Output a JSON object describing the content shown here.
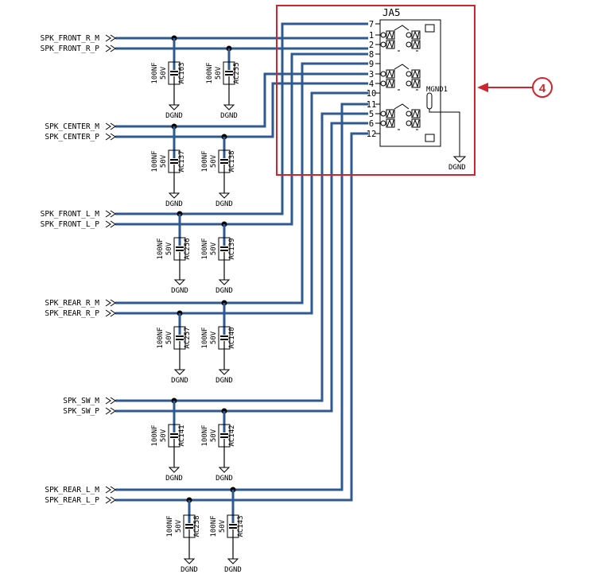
{
  "connector": {
    "name": "JA5",
    "pins": [
      "7",
      "1",
      "2",
      "8",
      "9",
      "3",
      "4",
      "10",
      "11",
      "5",
      "6",
      "12"
    ],
    "mount": "MGND1",
    "ground": "DGND"
  },
  "groups": [
    {
      "net_m": "SPK_FRONT_R_M",
      "net_p": "SPK_FRONT_R_P",
      "caps": [
        {
          "value": "100NF",
          "voltage": "50V",
          "ref": "AC163",
          "ground": "DGND"
        },
        {
          "value": "100NF",
          "voltage": "50V",
          "ref": "AC255",
          "ground": "DGND"
        }
      ]
    },
    {
      "net_m": "SPK_CENTER_M",
      "net_p": "SPK_CENTER_P",
      "caps": [
        {
          "value": "100NF",
          "voltage": "50V",
          "ref": "AC137",
          "ground": "DGND"
        },
        {
          "value": "100NF",
          "voltage": "50V",
          "ref": "AC138",
          "ground": "DGND"
        }
      ]
    },
    {
      "net_m": "SPK_FRONT_L_M",
      "net_p": "SPK_FRONT_L_P",
      "caps": [
        {
          "value": "100NF",
          "voltage": "50V",
          "ref": "AC256",
          "ground": "DGND"
        },
        {
          "value": "100NF",
          "voltage": "50V",
          "ref": "AC139",
          "ground": "DGND"
        }
      ]
    },
    {
      "net_m": "SPK_REAR_R_M",
      "net_p": "SPK_REAR_R_P",
      "caps": [
        {
          "value": "100NF",
          "voltage": "50V",
          "ref": "AC257",
          "ground": "DGND"
        },
        {
          "value": "100NF",
          "voltage": "50V",
          "ref": "AC140",
          "ground": "DGND"
        }
      ]
    },
    {
      "net_m": "SPK_SW_M",
      "net_p": "SPK_SW_P",
      "caps": [
        {
          "value": "100NF",
          "voltage": "50V",
          "ref": "AC141",
          "ground": "DGND"
        },
        {
          "value": "100NF",
          "voltage": "50V",
          "ref": "AC142",
          "ground": "DGND"
        }
      ]
    },
    {
      "net_m": "SPK_REAR_L_M",
      "net_p": "SPK_REAR_L_P",
      "caps": [
        {
          "value": "100NF",
          "voltage": "50V",
          "ref": "AC258",
          "ground": "DGND"
        },
        {
          "value": "100NF",
          "voltage": "50V",
          "ref": "AC143",
          "ground": "DGND"
        }
      ]
    }
  ],
  "callout": {
    "label": "4"
  },
  "colors": {
    "wire": "#2e5a93",
    "highlight": "#d0252e"
  }
}
